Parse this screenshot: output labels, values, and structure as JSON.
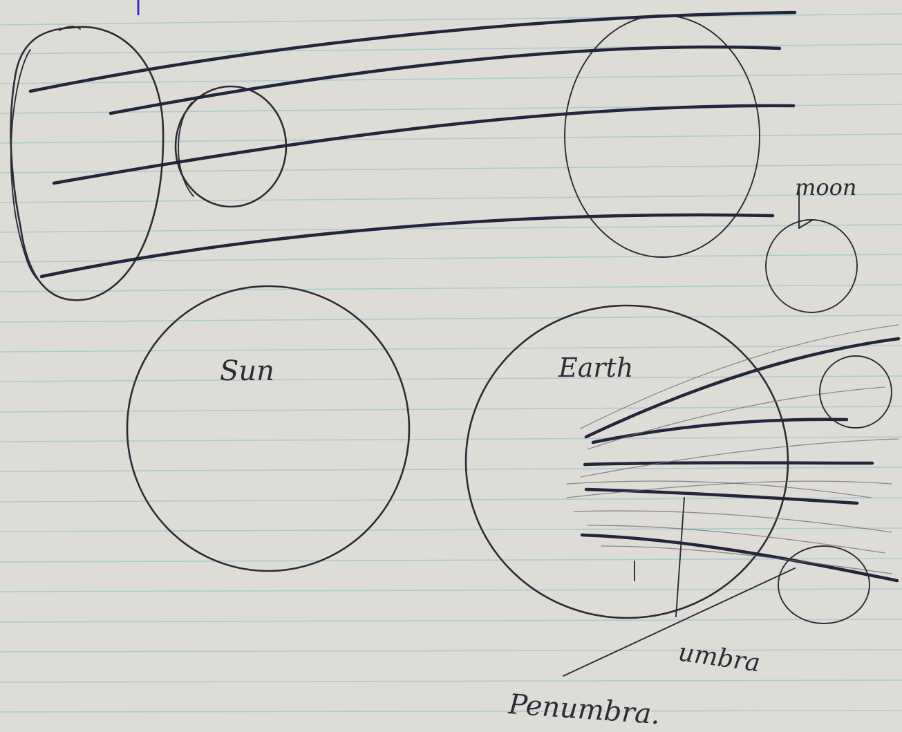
{
  "labels": {
    "sun": "Sun",
    "earth": "Earth",
    "moon": "moon",
    "umbra": "umbra",
    "penumbra": "Penumbra."
  },
  "colors": {
    "paper": "#dedcd6",
    "ruled_line": "#9fc8cc",
    "pencil": "#2e2a36",
    "pen": "#23253a"
  }
}
